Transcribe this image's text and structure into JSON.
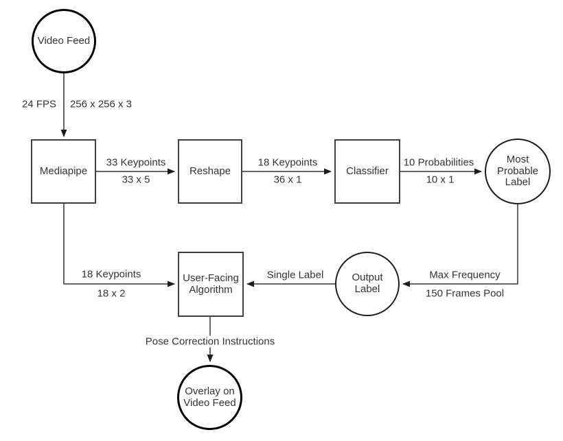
{
  "diagram": {
    "type": "flowchart",
    "background_color": "#ffffff",
    "stroke_color": "#333333",
    "text_color": "#333333",
    "nodes": {
      "video_feed": {
        "label": "Video Feed",
        "shape": "circle"
      },
      "mediapipe": {
        "label": "Mediapipe",
        "shape": "rect"
      },
      "reshape": {
        "label": "Reshape",
        "shape": "rect"
      },
      "classifier": {
        "label": "Classifier",
        "shape": "rect"
      },
      "most_probable_label": {
        "label": "Most Probable Label",
        "shape": "circle"
      },
      "output_label": {
        "label": "Output Label",
        "shape": "circle"
      },
      "user_facing_algorithm": {
        "label": "User-Facing Algorithm",
        "shape": "rect"
      },
      "overlay_on_video_feed": {
        "label": "Overlay on Video Feed",
        "shape": "circle"
      }
    },
    "edges": {
      "video_to_mediapipe": {
        "from": "Video Feed",
        "to": "Mediapipe",
        "labels": [
          "24 FPS",
          "256 x 256 x 3"
        ]
      },
      "mediapipe_to_reshape": {
        "from": "Mediapipe",
        "to": "Reshape",
        "labels": [
          "33 Keypoints",
          "33 x 5"
        ]
      },
      "reshape_to_classifier": {
        "from": "Reshape",
        "to": "Classifier",
        "labels": [
          "18 Keypoints",
          "36 x 1"
        ]
      },
      "classifier_to_most_probable": {
        "from": "Classifier",
        "to": "Most Probable Label",
        "labels": [
          "10 Probabilities",
          "10 x 1"
        ]
      },
      "most_probable_to_output": {
        "from": "Most Probable Label",
        "to": "Output Label",
        "labels": [
          "Max Frequency",
          "150 Frames Pool"
        ]
      },
      "output_to_algorithm": {
        "from": "Output Label",
        "to": "User-Facing Algorithm",
        "labels": [
          "Single Label"
        ]
      },
      "mediapipe_to_algorithm": {
        "from": "Mediapipe",
        "to": "User-Facing Algorithm",
        "labels": [
          "18 Keypoints",
          "18 x 2"
        ]
      },
      "algorithm_to_overlay": {
        "from": "User-Facing Algorithm",
        "to": "Overlay on Video Feed",
        "labels": [
          "Pose Correction Instructions"
        ]
      }
    }
  }
}
